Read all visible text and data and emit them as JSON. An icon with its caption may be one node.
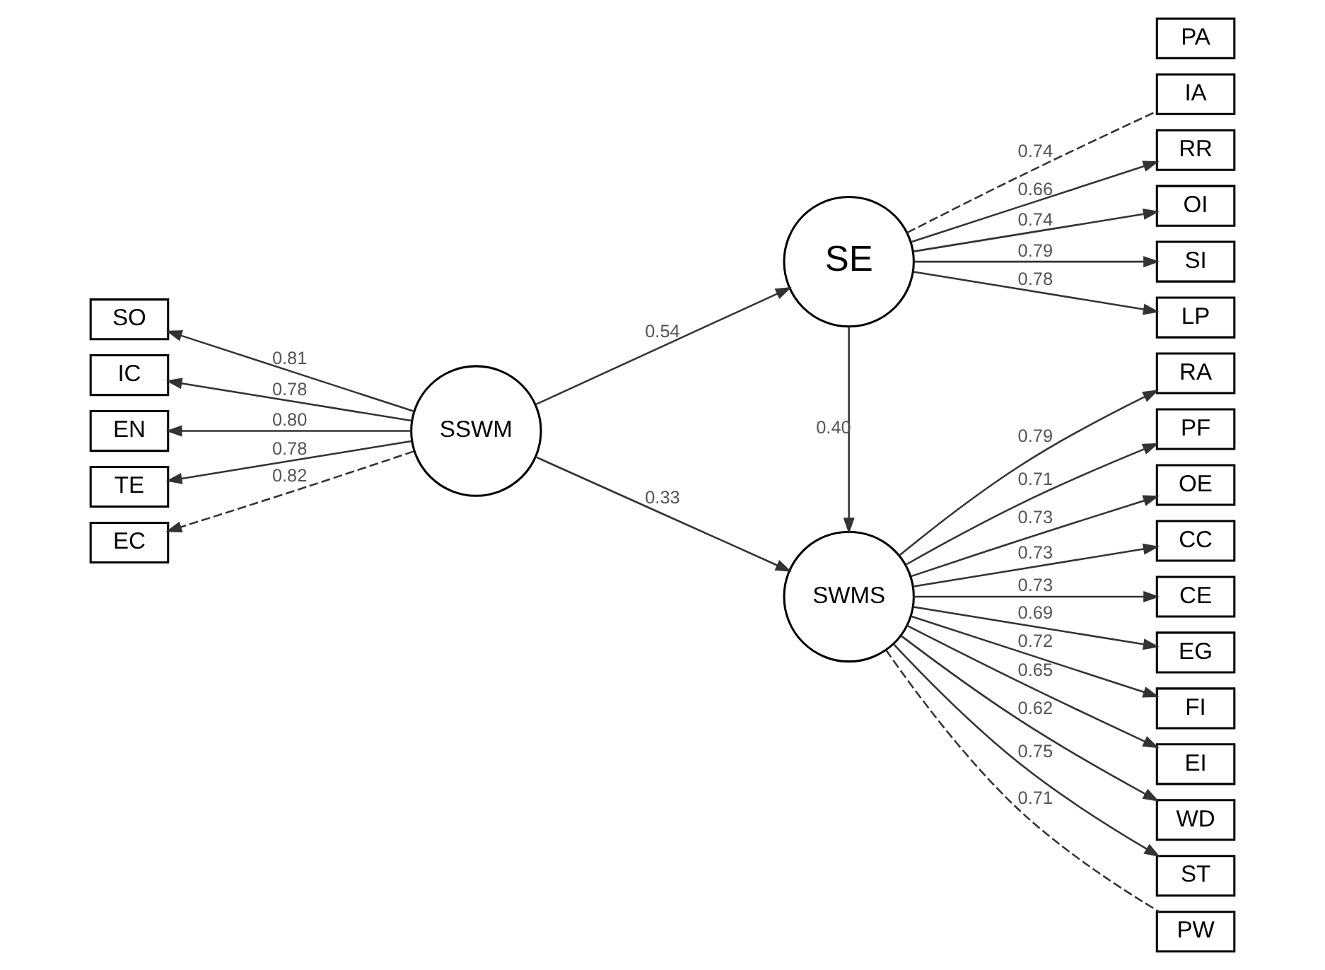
{
  "diagram": {
    "nodes": [
      {
        "text": [
          "SO"
        ]
      },
      {
        "text": [
          "IC"
        ]
      },
      {
        "text": [
          "EN"
        ]
      },
      {
        "text": [
          "TE"
        ]
      },
      {
        "text": [
          "EC"
        ]
      },
      {
        "text": [
          "SSWM"
        ]
      },
      {
        "text": [
          "SWMS"
        ]
      },
      {
        "text": [
          "SE"
        ]
      },
      {
        "text": [
          "RA"
        ]
      },
      {
        "text": [
          "PF"
        ]
      },
      {
        "text": [
          "OE"
        ]
      },
      {
        "text": [
          "CC"
        ]
      },
      {
        "text": [
          "CE"
        ]
      },
      {
        "text": [
          "EG"
        ]
      },
      {
        "text": [
          "FI"
        ]
      },
      {
        "text": [
          "EI"
        ]
      },
      {
        "text": [
          "WD"
        ]
      },
      {
        "text": [
          "ST"
        ]
      },
      {
        "text": [
          "PW"
        ]
      },
      {
        "text": [
          "RR"
        ]
      },
      {
        "text": [
          "OI"
        ]
      },
      {
        "text": [
          "SI"
        ]
      },
      {
        "text": [
          "LP"
        ]
      },
      {
        "text": [
          "IA"
        ]
      },
      {
        "text": [
          "PA"
        ]
      }
    ],
    "edges": [
      {
        "from": 5,
        "to": 0,
        "arrow": "to",
        "label": "0.81"
      },
      {
        "from": 5,
        "to": 1,
        "arrow": "to",
        "label": "0.78"
      },
      {
        "from": 5,
        "to": 2,
        "arrow": "to",
        "label": "0.80"
      },
      {
        "from": 5,
        "to": 3,
        "arrow": "to",
        "label": "0.78"
      },
      {
        "from": 5,
        "to": 4,
        "arrow": "to",
        "label": "0.82",
        "style": "dashed"
      },
      {
        "from": 5,
        "to": 6,
        "arrow": "to",
        "label": "0.33"
      },
      {
        "from": 5,
        "to": 7,
        "arrow": "to",
        "label": "0.54"
      },
      {
        "from": 7,
        "to": 6,
        "arrow": "to",
        "label": "0.40"
      },
      {
        "from": 6,
        "to": 8,
        "arrow": "to",
        "label": "0.79"
      },
      {
        "from": 6,
        "to": 9,
        "arrow": "to",
        "label": "0.71"
      },
      {
        "from": 6,
        "to": 10,
        "arrow": "to",
        "label": "0.73"
      },
      {
        "from": 6,
        "to": 11,
        "arrow": "to",
        "label": "0.73"
      },
      {
        "from": 6,
        "to": 12,
        "arrow": "to",
        "label": "0.73"
      },
      {
        "from": 6,
        "to": 13,
        "arrow": "to",
        "label": "0.69"
      },
      {
        "from": 6,
        "to": 14,
        "arrow": "to",
        "label": "0.72"
      },
      {
        "from": 6,
        "to": 15,
        "arrow": "to",
        "label": "0.65"
      },
      {
        "from": 6,
        "to": 16,
        "arrow": "to",
        "label": "0.62"
      },
      {
        "from": 6,
        "to": 17,
        "arrow": "to",
        "label": "0.75"
      },
      {
        "from": 6,
        "to": 18,
        "arrow": "none",
        "label": "0.71",
        "style": "dashed"
      },
      {
        "from": 7,
        "to": 19,
        "arrow": "to",
        "label": "0.66"
      },
      {
        "from": 7,
        "to": 20,
        "arrow": "to",
        "label": "0.74"
      },
      {
        "from": 7,
        "to": 21,
        "arrow": "to",
        "label": "0.79"
      },
      {
        "from": 7,
        "to": 22,
        "arrow": "to",
        "label": "0.78"
      },
      {
        "from": 7,
        "to": 23,
        "arrow": "none",
        "label": "0.74",
        "style": "dashed"
      }
    ]
  }
}
